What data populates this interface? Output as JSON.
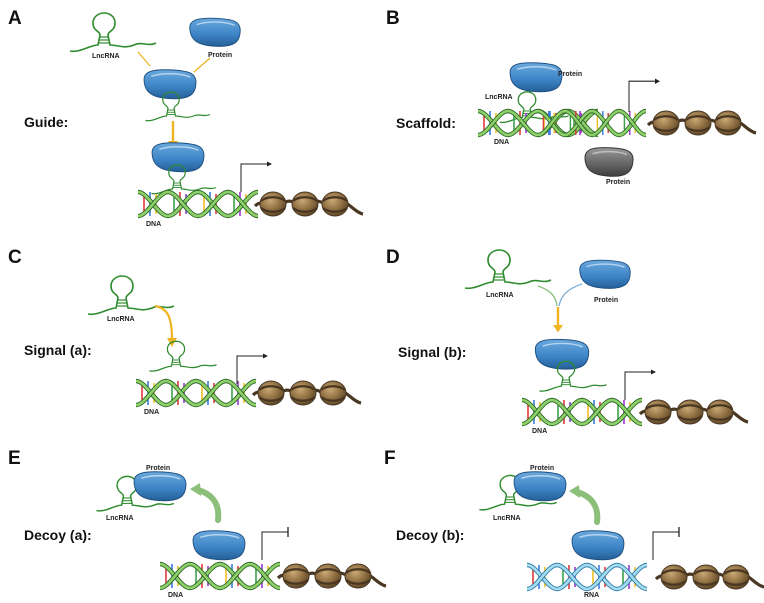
{
  "panels": [
    {
      "letter": "A",
      "mechanism": "Guide:",
      "labels": {
        "lncrna": "LncRNA",
        "protein": "Protein",
        "dna": "DNA"
      }
    },
    {
      "letter": "B",
      "mechanism": "Scaffold:",
      "labels": {
        "lncrna": "LncRNA",
        "protein_top": "Protein",
        "protein_bottom": "Protein",
        "dna": "DNA"
      }
    },
    {
      "letter": "C",
      "mechanism": "Signal (a):",
      "labels": {
        "lncrna": "LncRNA",
        "dna": "DNA"
      }
    },
    {
      "letter": "D",
      "mechanism": "Signal (b):",
      "labels": {
        "lncrna": "LncRNA",
        "protein": "Protein",
        "dna": "DNA"
      }
    },
    {
      "letter": "E",
      "mechanism": "Decoy (a):",
      "labels": {
        "lncrna": "LncRNA",
        "protein": "Protein",
        "dna": "DNA"
      }
    },
    {
      "letter": "F",
      "mechanism": "Decoy (b):",
      "labels": {
        "lncrna": "LncRNA",
        "protein": "Protein",
        "rna": "RNA"
      }
    }
  ],
  "colors": {
    "lncrna": "#2e8b2e",
    "protein_blue": "#3f86c8",
    "protein_gray": "#6b6b6b",
    "arrow_yellow": "#f0b323",
    "arrow_green": "#8bbf7a",
    "nucleosome": "#8a6b3f",
    "linker": "#4a3722",
    "dna_green": "#6fb84a",
    "rna_blue": "#6fb7d8"
  }
}
